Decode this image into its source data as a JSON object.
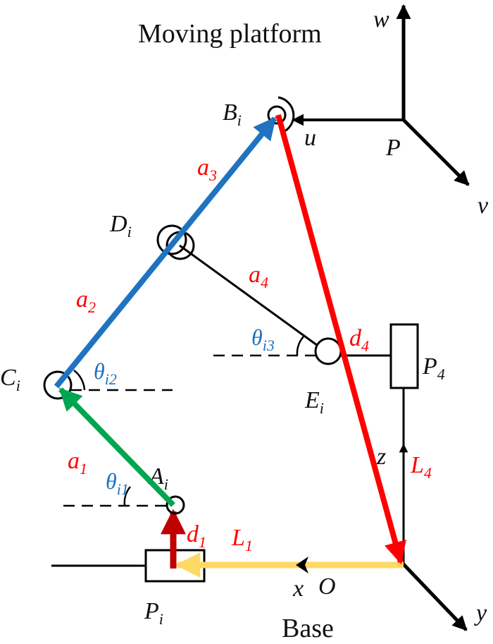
{
  "diagram": {
    "type": "parallel-mechanism-kinematic-diagram",
    "titles": {
      "moving_platform": "Moving platform",
      "base": "Base"
    },
    "colors": {
      "a1_link": "#00a64f",
      "a2_a3_link": "#1f73c0",
      "d4_vector": "#ff0000",
      "d1_vector": "#c00000",
      "L1_vector": "#ffd966",
      "link_label": "#ff0000",
      "angle_label": "#1f73c0",
      "line": "#000000"
    },
    "joints": {
      "A": {
        "base": "A",
        "sub": "i"
      },
      "B": {
        "base": "B",
        "sub": "i"
      },
      "C": {
        "base": "C",
        "sub": "i"
      },
      "D": {
        "base": "D",
        "sub": "i"
      },
      "E": {
        "base": "E",
        "sub": "i"
      },
      "P": {
        "base": "P",
        "sub": ""
      },
      "Pi": {
        "base": "P",
        "sub": "i"
      },
      "P4": {
        "base": "P",
        "sub": "4"
      },
      "O": {
        "base": "O",
        "sub": ""
      }
    },
    "links": {
      "a1": {
        "base": "a",
        "sub": "1"
      },
      "a2": {
        "base": "a",
        "sub": "2"
      },
      "a3": {
        "base": "a",
        "sub": "3"
      },
      "a4": {
        "base": "a",
        "sub": "4"
      },
      "d1": {
        "base": "d",
        "sub": "1"
      },
      "d4": {
        "base": "d",
        "sub": "4"
      },
      "L1": {
        "base": "L",
        "sub": "1"
      },
      "L4": {
        "base": "L",
        "sub": "4"
      }
    },
    "angles": {
      "theta_i1": {
        "base": "θ",
        "sub": "i1"
      },
      "theta_i2": {
        "base": "θ",
        "sub": "i2"
      },
      "theta_i3": {
        "base": "θ",
        "sub": "i3"
      }
    },
    "axes": {
      "platform": {
        "u": "u",
        "v": "v",
        "w": "w"
      },
      "base": {
        "x": "x",
        "y": "y",
        "z": "z"
      }
    }
  }
}
